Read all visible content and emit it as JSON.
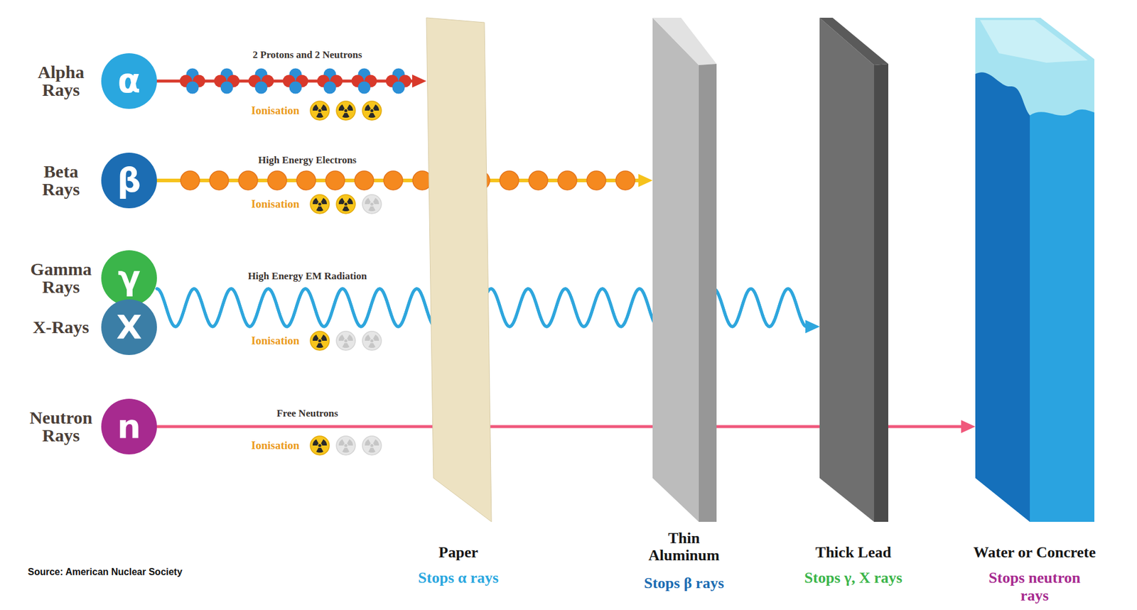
{
  "diagram": {
    "nodes": [
      {
        "text": [
          "Alpha Rays",
          "α"
        ]
      },
      {
        "text": [
          "Beta Rays",
          "β"
        ]
      },
      {
        "text": [
          "Gamma Rays",
          "γ"
        ]
      },
      {
        "text": [
          "X-Rays",
          "X"
        ]
      },
      {
        "text": [
          "Neutron Rays",
          "n"
        ]
      },
      {
        "text": [
          "Paper",
          "Stops α rays"
        ]
      },
      {
        "text": [
          "Thin Aluminum",
          "Stops β rays"
        ]
      },
      {
        "text": [
          "Thick Lead",
          "Stops γ, X rays"
        ]
      },
      {
        "text": [
          "Water or Concrete",
          "Stops neutron rays"
        ]
      }
    ],
    "edges": [
      {
        "from": 0,
        "to": 5,
        "label": "2 Protons and 2 Neutrons",
        "arrow": "to"
      },
      {
        "from": 1,
        "to": 6,
        "label": "High Energy Electrons",
        "arrow": "to"
      },
      {
        "from": 2,
        "to": 7,
        "label": "High Energy EM Radiation",
        "arrow": "to"
      },
      {
        "from": 3,
        "to": 7,
        "arrow": "to"
      },
      {
        "from": 4,
        "to": 8,
        "label": "Free Neutrons",
        "arrow": "to"
      }
    ],
    "labels": [
      "Ionisation",
      "Ionisation",
      "Ionisation",
      "Ionisation",
      "Source: American Nuclear Society"
    ]
  }
}
